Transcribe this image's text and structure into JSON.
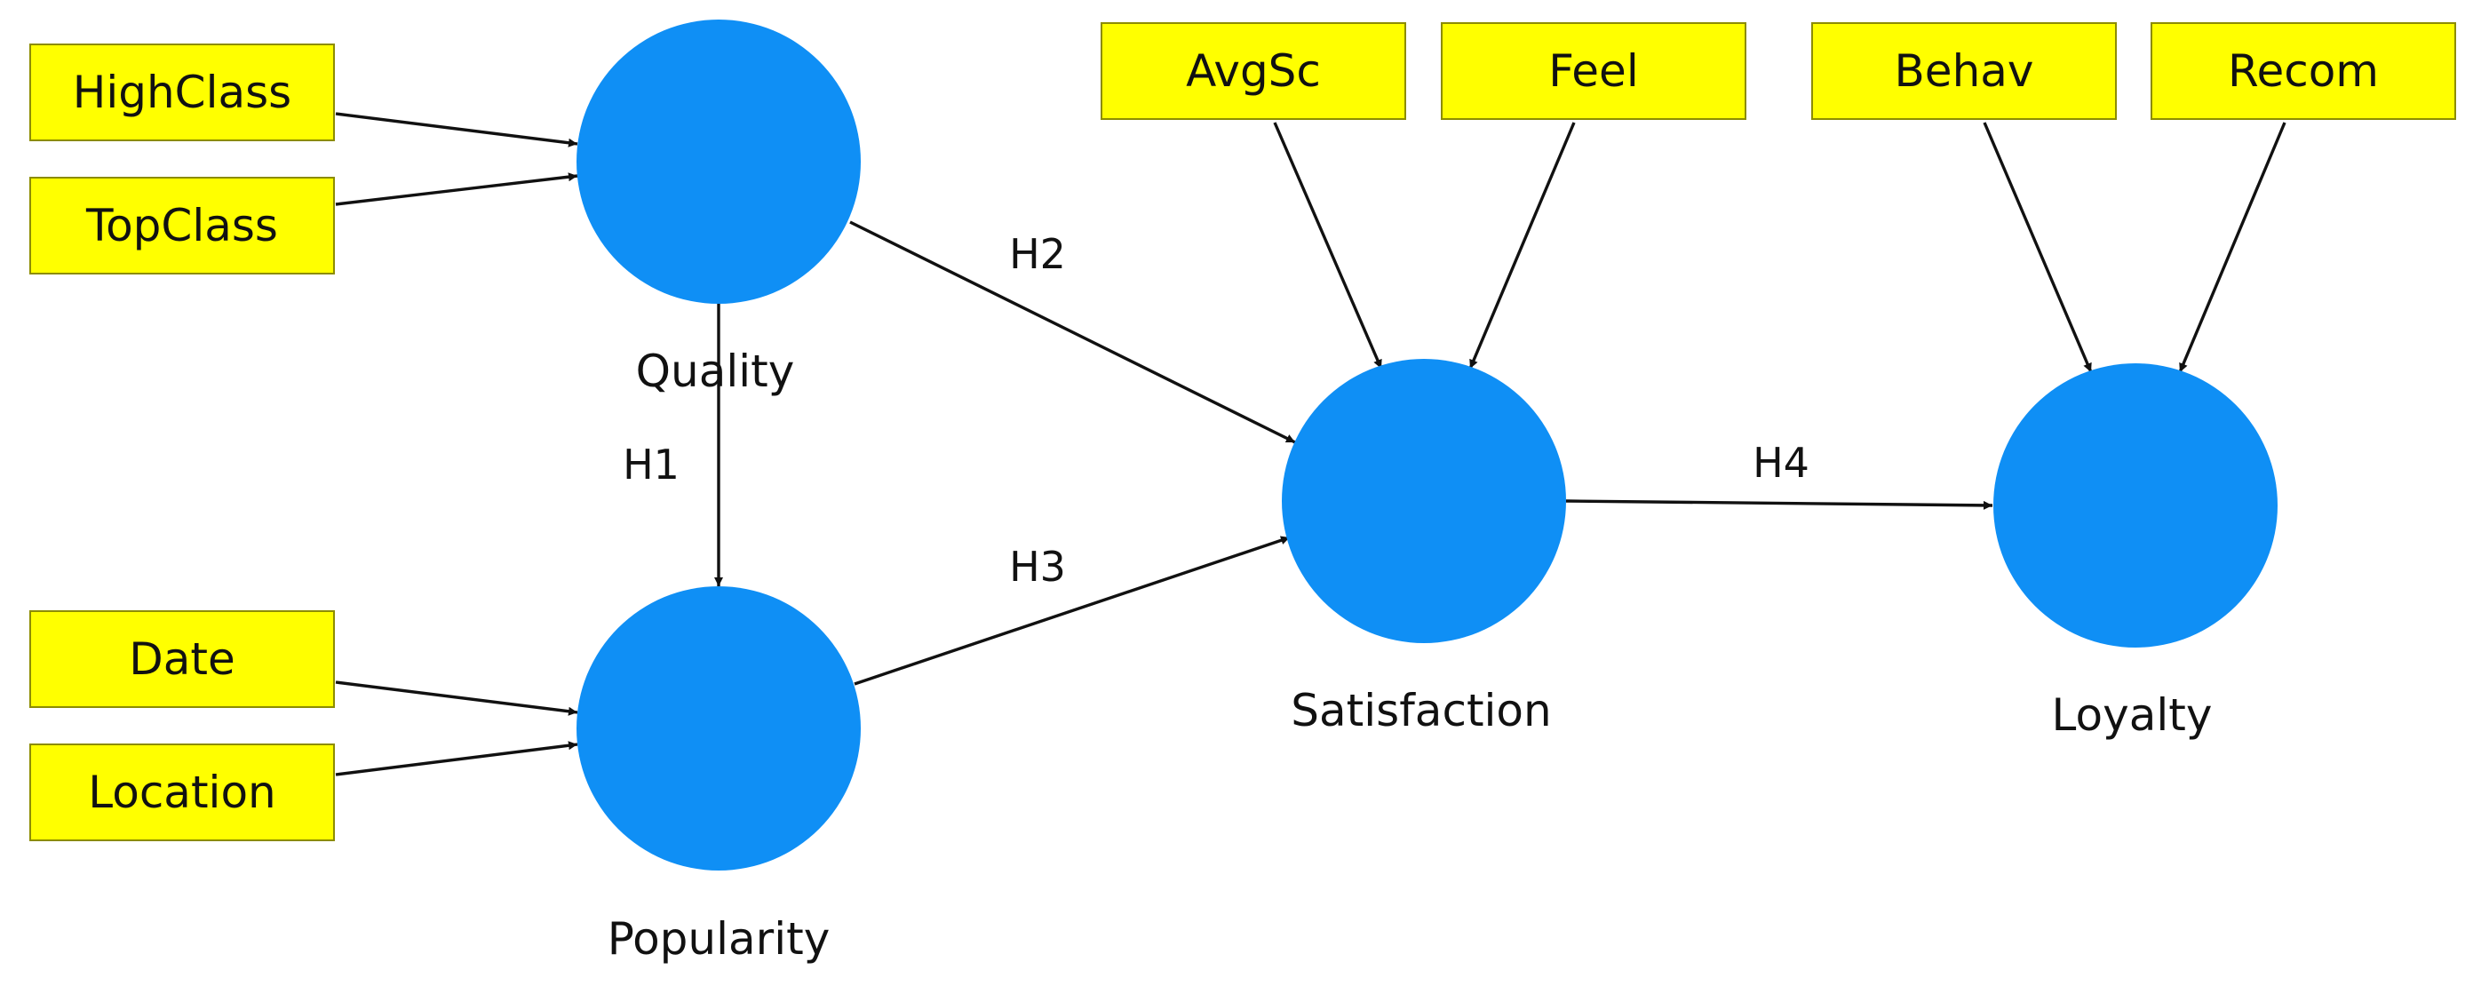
{
  "colors": {
    "indicator_fill": "#ffff00",
    "construct_fill": "#0f8ff5",
    "arrow": "#111111",
    "background": "#ffffff"
  },
  "indicators": {
    "highclass": "HighClass",
    "topclass": "TopClass",
    "date": "Date",
    "location": "Location",
    "avgsc": "AvgSc",
    "feel": "Feel",
    "behav": "Behav",
    "recom": "Recom"
  },
  "constructs": {
    "quality": "Quality",
    "popularity": "Popularity",
    "satisfaction": "Satisfaction",
    "loyalty": "Loyalty"
  },
  "hypotheses": {
    "h1": "H1",
    "h2": "H2",
    "h3": "H3",
    "h4": "H4"
  }
}
